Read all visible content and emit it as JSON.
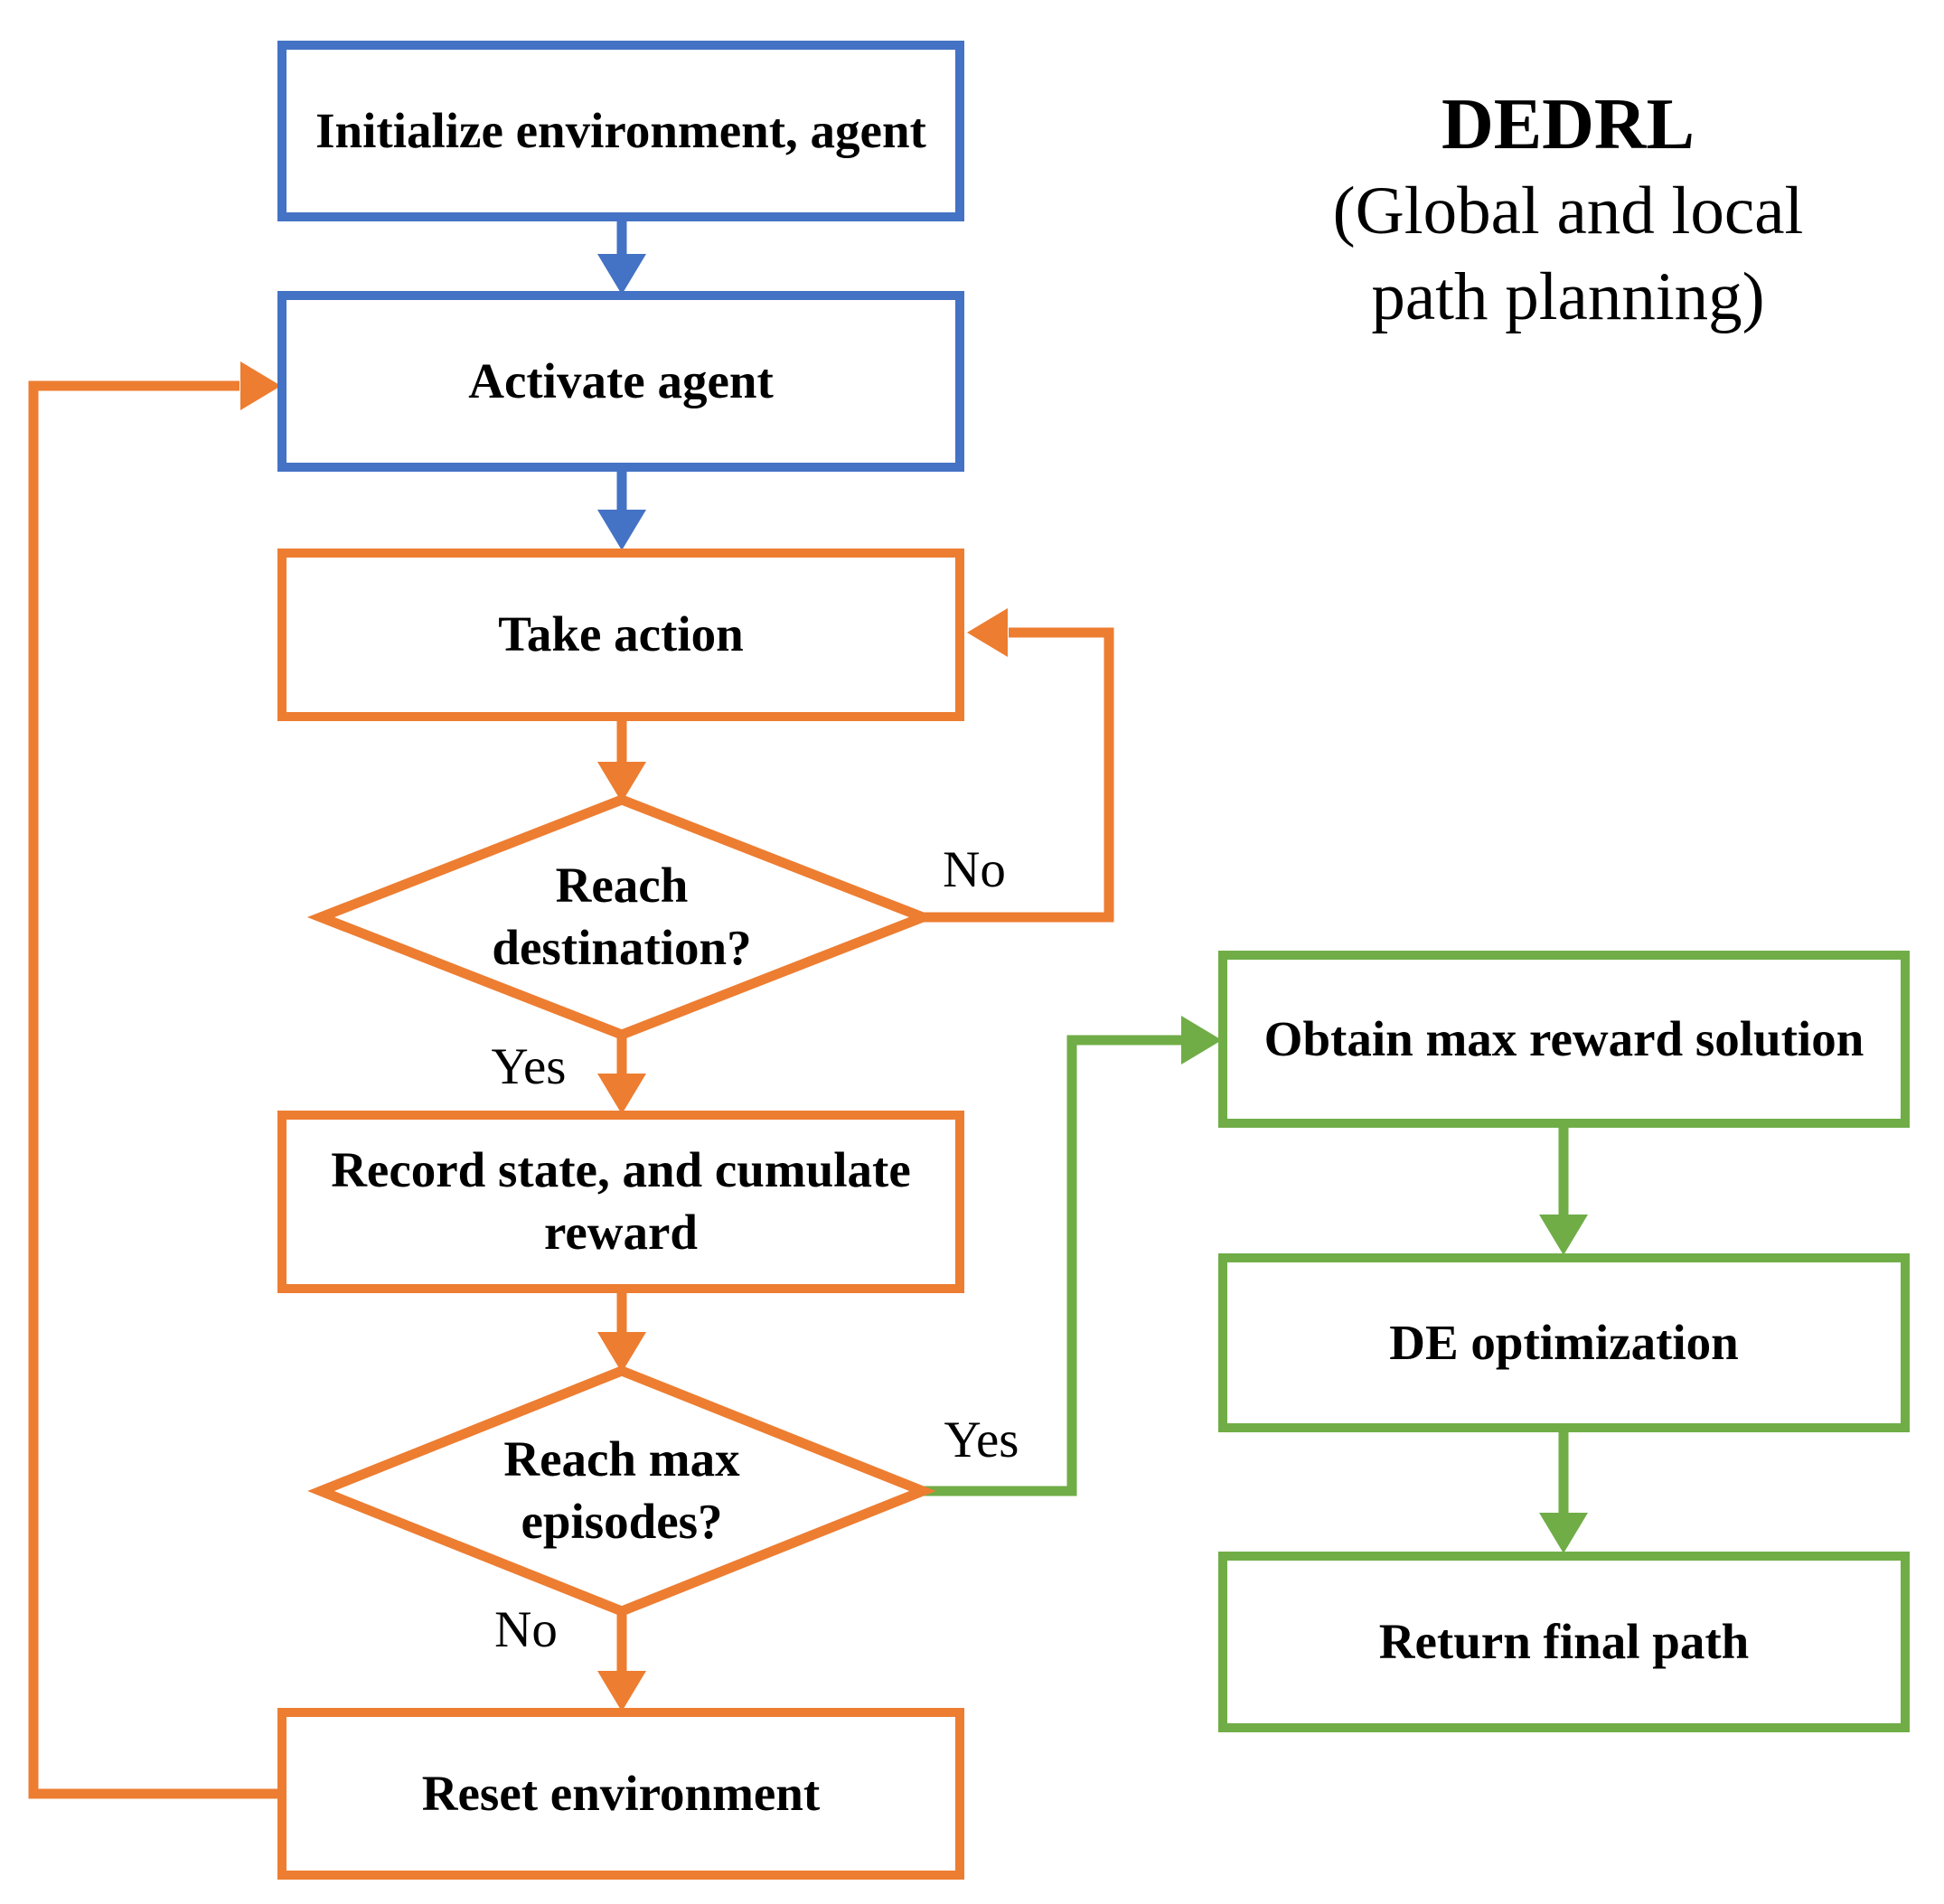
{
  "title": {
    "line1": "DEDRL",
    "line2": "(Global and local",
    "line3": "path planning)"
  },
  "colors": {
    "blue": "#4472C4",
    "orange": "#ED7D31",
    "green": "#70AD47",
    "text": "#000000"
  },
  "nodes": {
    "initialize": {
      "label": "Initialize environment, agent"
    },
    "activate": {
      "label": "Activate agent"
    },
    "take_action": {
      "label": "Take action"
    },
    "reach_destination": {
      "label": "Reach\ndestination?"
    },
    "record_state": {
      "label": "Record state, and cumulate\nreward"
    },
    "reach_max_episodes": {
      "label": "Reach max\nepisodes?"
    },
    "reset_environment": {
      "label": "Reset environment"
    },
    "obtain_max_reward": {
      "label": "Obtain max reward solution"
    },
    "de_optimization": {
      "label": "DE optimization"
    },
    "return_final_path": {
      "label": "Return final path"
    }
  },
  "edge_labels": {
    "no_destination": "No",
    "yes_destination": "Yes",
    "yes_episodes": "Yes",
    "no_episodes": "No"
  }
}
